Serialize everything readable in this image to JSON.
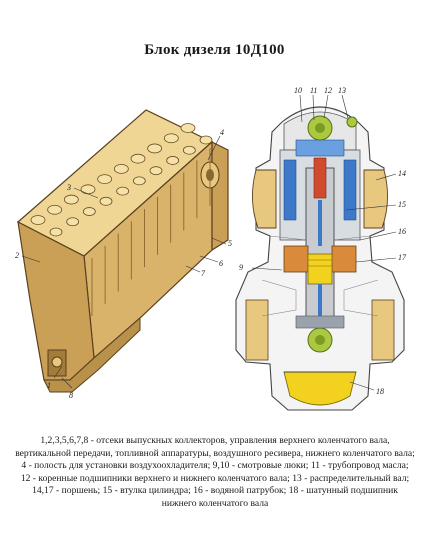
{
  "title": "Блок дизеля 10Д100",
  "callouts_left": [
    "1",
    "2",
    "3",
    "4",
    "5",
    "6",
    "7",
    "8"
  ],
  "callouts_right": [
    "9",
    "10",
    "11",
    "12",
    "13",
    "14",
    "15",
    "16",
    "17",
    "18"
  ],
  "caption": [
    "1,2,3,5,6,7,8 - отсеки выпускных коллекторов, управления верхнего коленчатого вала,",
    "вертикальной передачи, топливной аппаратуры, воздушного ресивера, нижнего коленчатого вала;",
    "4 - полость для установки воздухоохладителя; 9,10 - смотровые люки; 11 - трубопровод масла;",
    "12 - коренные подшипники верхнего и нижнего коленчатого вала; 13 - распределительный вал;",
    "14,17 - поршень; 15 - втулка цилиндра; 16 - водяной патрубок; 18 - шатунный подшипник",
    "нижнего коленчатого вала"
  ],
  "colors": {
    "block": "#e8c77f",
    "block_dark": "#b8914a",
    "outline": "#5a4020",
    "steel": "#9aa3ad",
    "blue": "#3d79c9",
    "green": "#aac840",
    "orange": "#d98a3a",
    "yellow": "#f2d21e"
  }
}
